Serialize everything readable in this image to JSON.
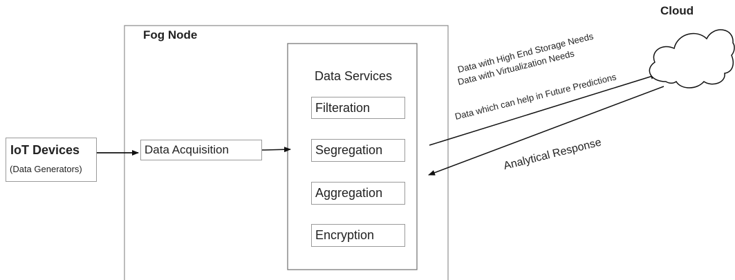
{
  "cloud": {
    "label": "Cloud"
  },
  "fog_node": {
    "label": "Fog Node"
  },
  "iot_devices": {
    "title": "IoT Devices",
    "subtitle": "(Data Generators)"
  },
  "data_acquisition": {
    "label": "Data Acquisition"
  },
  "data_services": {
    "title": "Data Services",
    "items": [
      "Filteration",
      "Segregation",
      "Aggregation",
      "Encryption"
    ]
  },
  "uplink_labels": [
    "Data with High End Storage Needs",
    "Data with Virtualization Needs",
    "Data which can help in Future Predictions"
  ],
  "downlink_label": "Analytical Response"
}
